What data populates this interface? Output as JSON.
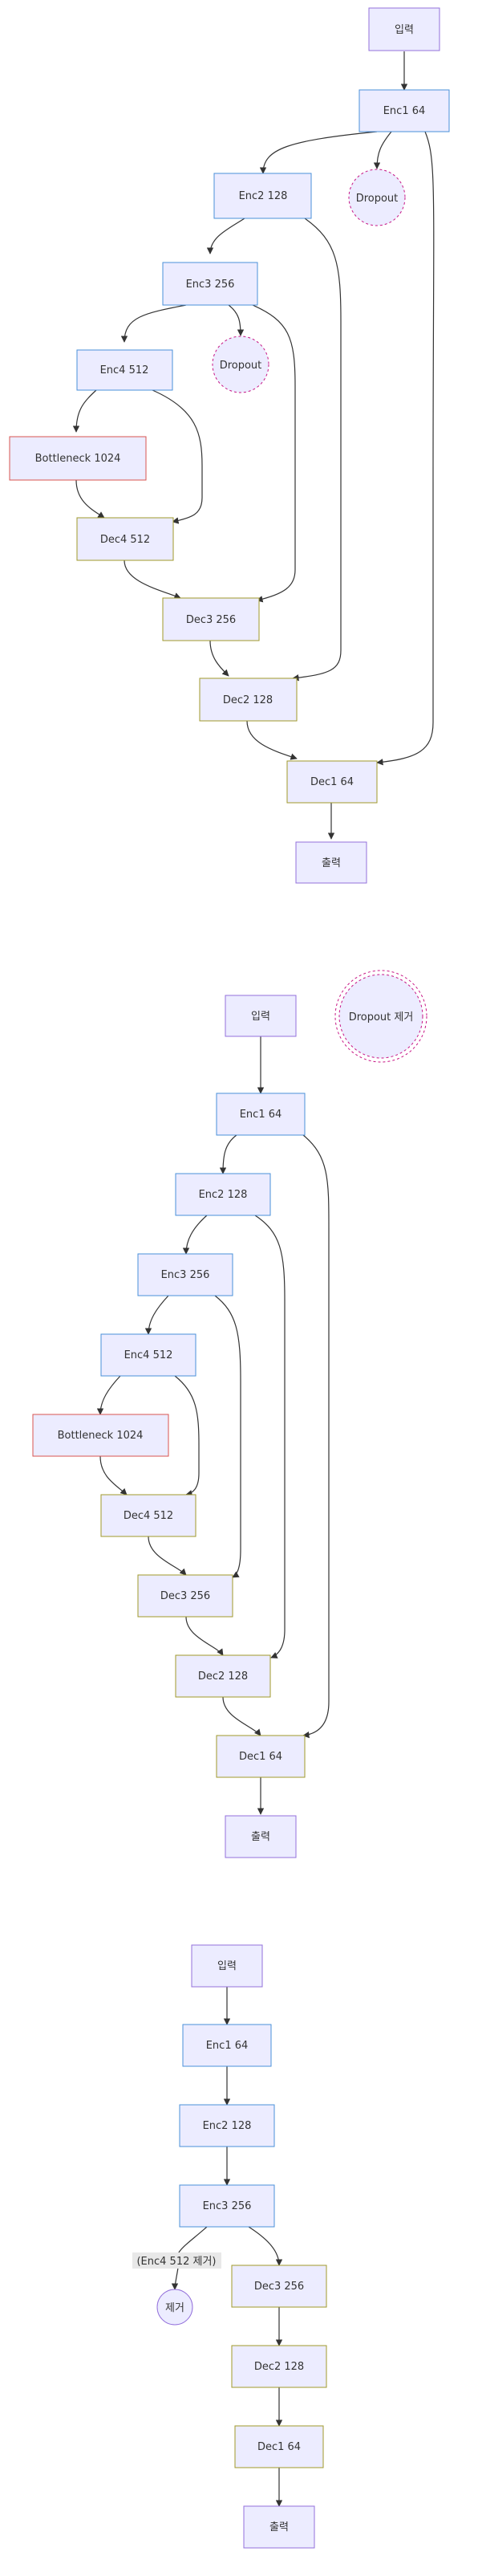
{
  "colors": {
    "node_fill": "#ECECFF",
    "input_output_border": "#9370DB",
    "encoder_border": "#4A90D9",
    "decoder_border": "#A09A2A",
    "bottleneck_border": "#D9534F",
    "dropout_border": "#C71585",
    "edge": "#333333",
    "edge_label_bg": "#E8E8E8"
  },
  "diagram1": {
    "input": "입력",
    "enc1": "Enc1 64",
    "dropout_a": "Dropout",
    "enc2": "Enc2 128",
    "enc3": "Enc3 256",
    "dropout_b": "Dropout",
    "enc4": "Enc4 512",
    "bottleneck": "Bottleneck 1024",
    "dec4": "Dec4 512",
    "dec3": "Dec3 256",
    "dec2": "Dec2 128",
    "dec1": "Dec1 64",
    "output": "출력"
  },
  "diagram2": {
    "input": "입력",
    "note": "Dropout 제거",
    "enc1": "Enc1 64",
    "enc2": "Enc2 128",
    "enc3": "Enc3 256",
    "enc4": "Enc4 512",
    "bottleneck": "Bottleneck 1024",
    "dec4": "Dec4 512",
    "dec3": "Dec3 256",
    "dec2": "Dec2 128",
    "dec1": "Dec1 64",
    "output": "출력"
  },
  "diagram3": {
    "input": "입력",
    "enc1": "Enc1 64",
    "enc2": "Enc2 128",
    "enc3": "Enc3 256",
    "edge_label": "(Enc4 512 제거)",
    "removed": "제거",
    "dec3": "Dec3 256",
    "dec2": "Dec2 128",
    "dec1": "Dec1 64",
    "output": "출력"
  }
}
